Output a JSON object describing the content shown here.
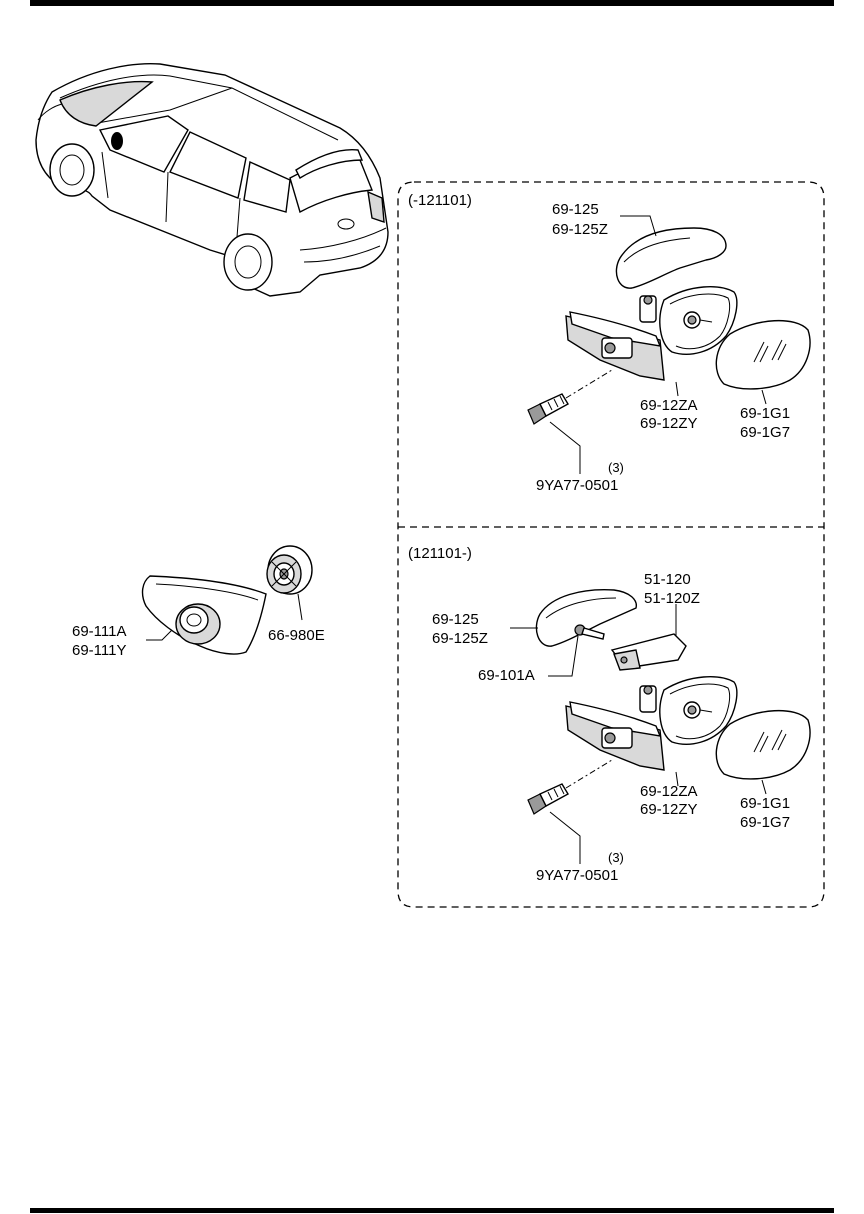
{
  "sections": {
    "upper": {
      "code": "(-121101)"
    },
    "lower": {
      "code": "(121101-)"
    }
  },
  "parts": {
    "cover_upper": [
      "69-125",
      "69-125Z"
    ],
    "mirror_body_upper": [
      "69-12ZA",
      "69-12ZY"
    ],
    "glass_upper": [
      "69-1G1",
      "69-1G7"
    ],
    "bolt_upper": {
      "qty": "(3)",
      "number": "9YA77-0501"
    },
    "cover_lower": [
      "69-125",
      "69-125Z"
    ],
    "bracket_lower": [
      "51-120",
      "51-120Z"
    ],
    "screw_lower": "69-101A",
    "mirror_body_lower": [
      "69-12ZA",
      "69-12ZY"
    ],
    "glass_lower": [
      "69-1G1",
      "69-1G7"
    ],
    "bolt_lower": {
      "qty": "(3)",
      "number": "9YA77-0501"
    },
    "garnish": [
      "69-111A",
      "69-111Y"
    ],
    "speaker": "66-980E"
  },
  "colors": {
    "line": "#000000",
    "background": "#ffffff",
    "fill_shade": "#d9d9d9"
  }
}
